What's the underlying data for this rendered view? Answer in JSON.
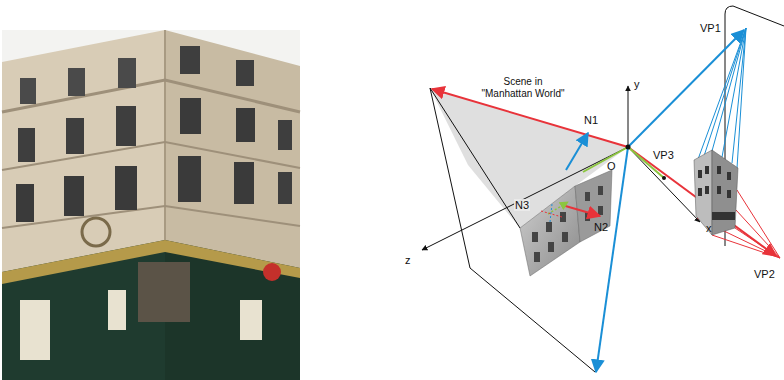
{
  "diagram": {
    "labels": [
      "Scene in \"Manhattan World\"",
      "N1",
      "N2",
      "N3",
      "O",
      "y",
      "x",
      "z",
      "VP1",
      "VP2",
      "VP3"
    ]
  }
}
